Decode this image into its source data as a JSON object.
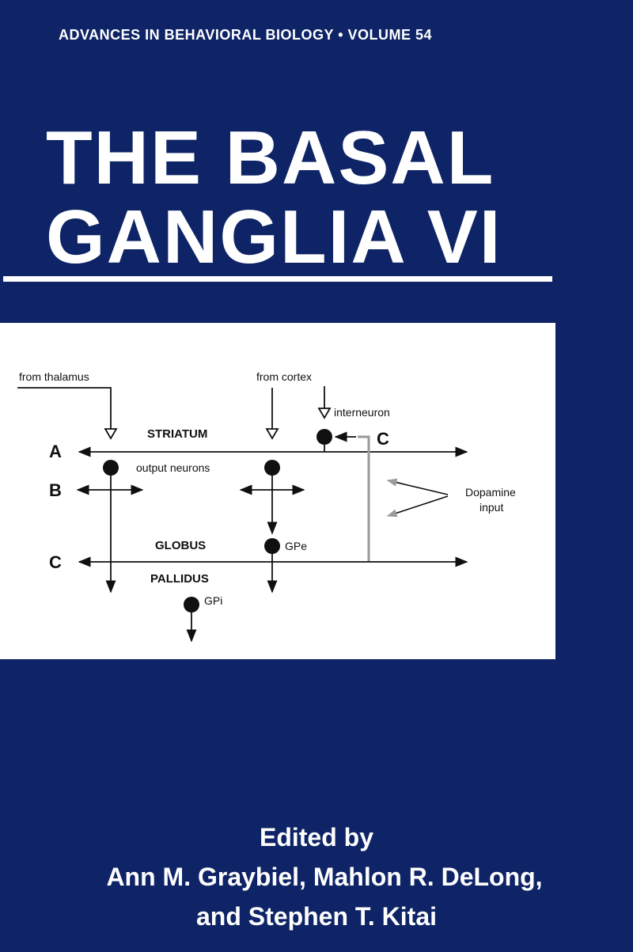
{
  "cover": {
    "series": "ADVANCES IN BEHAVIORAL BIOLOGY • VOLUME 54",
    "title_line1": "THE BASAL",
    "title_line2": "GANGLIA VI",
    "edited_by": "Edited by",
    "editors_line1": "Ann M. Graybiel, Mahlon R. DeLong,",
    "editors_line2": "and Stephen T. Kitai"
  },
  "diagram": {
    "from_thalamus": "from thalamus",
    "from_cortex": "from cortex",
    "interneuron": "interneuron",
    "striatum": "STRIATUM",
    "output_neurons": "output neurons",
    "globus": "GLOBUS",
    "pallidus": "PALLIDUS",
    "gpe": "GPe",
    "gpi": "GPi",
    "dopamine": "Dopamine",
    "input": "input",
    "label_a": "A",
    "label_b": "B",
    "label_c_left": "C",
    "label_c_right": "C"
  },
  "colors": {
    "background": "#0e2466",
    "text": "#ffffff",
    "diagram_ink": "#101010",
    "diagram_gray": "#9a9a9a"
  }
}
